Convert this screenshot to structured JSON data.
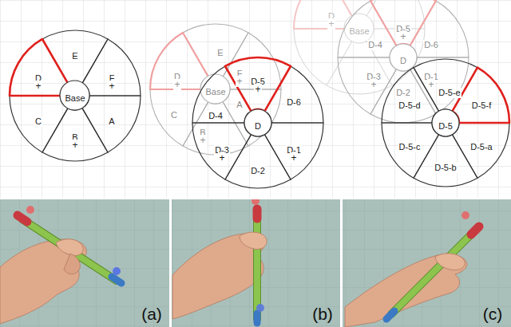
{
  "diagram": {
    "nodes": [
      {
        "text": [
          "Base"
        ]
      },
      {
        "text": [
          "E"
        ]
      },
      {
        "text": [
          "F"
        ]
      },
      {
        "text": [
          "A"
        ]
      },
      {
        "text": [
          "B"
        ]
      },
      {
        "text": [
          "C"
        ]
      },
      {
        "text": [
          "D"
        ]
      },
      {
        "text": [
          "Base"
        ]
      },
      {
        "text": [
          "E"
        ]
      },
      {
        "text": [
          "F"
        ]
      },
      {
        "text": [
          "A"
        ]
      },
      {
        "text": [
          "B"
        ]
      },
      {
        "text": [
          "C"
        ]
      },
      {
        "text": [
          "D"
        ]
      },
      {
        "text": [
          "D"
        ]
      },
      {
        "text": [
          "D-5"
        ]
      },
      {
        "text": [
          "D-6"
        ]
      },
      {
        "text": [
          "D-1"
        ]
      },
      {
        "text": [
          "D-2"
        ]
      },
      {
        "text": [
          "D-3"
        ]
      },
      {
        "text": [
          "D-4"
        ]
      },
      {
        "text": [
          "Base"
        ]
      },
      {
        "text": [
          "D"
        ]
      },
      {
        "text": [
          "D"
        ]
      },
      {
        "text": [
          "D-5"
        ]
      },
      {
        "text": [
          "D-6"
        ]
      },
      {
        "text": [
          "D-1"
        ]
      },
      {
        "text": [
          "D-2"
        ]
      },
      {
        "text": [
          "D-3"
        ]
      },
      {
        "text": [
          "D-4"
        ]
      },
      {
        "text": [
          "D-5"
        ]
      },
      {
        "text": [
          "D-5-e"
        ]
      },
      {
        "text": [
          "D-5-f"
        ]
      },
      {
        "text": [
          "D-5-a"
        ]
      },
      {
        "text": [
          "D-5-b"
        ]
      },
      {
        "text": [
          "D-5-c"
        ]
      },
      {
        "text": [
          "D-5-d"
        ]
      }
    ],
    "labels": [
      "+",
      "+",
      "+",
      "+",
      "+",
      "+",
      "+",
      "+",
      "+",
      "+",
      "+",
      "+",
      "+",
      "(a)",
      "(b)",
      "(c)"
    ]
  }
}
